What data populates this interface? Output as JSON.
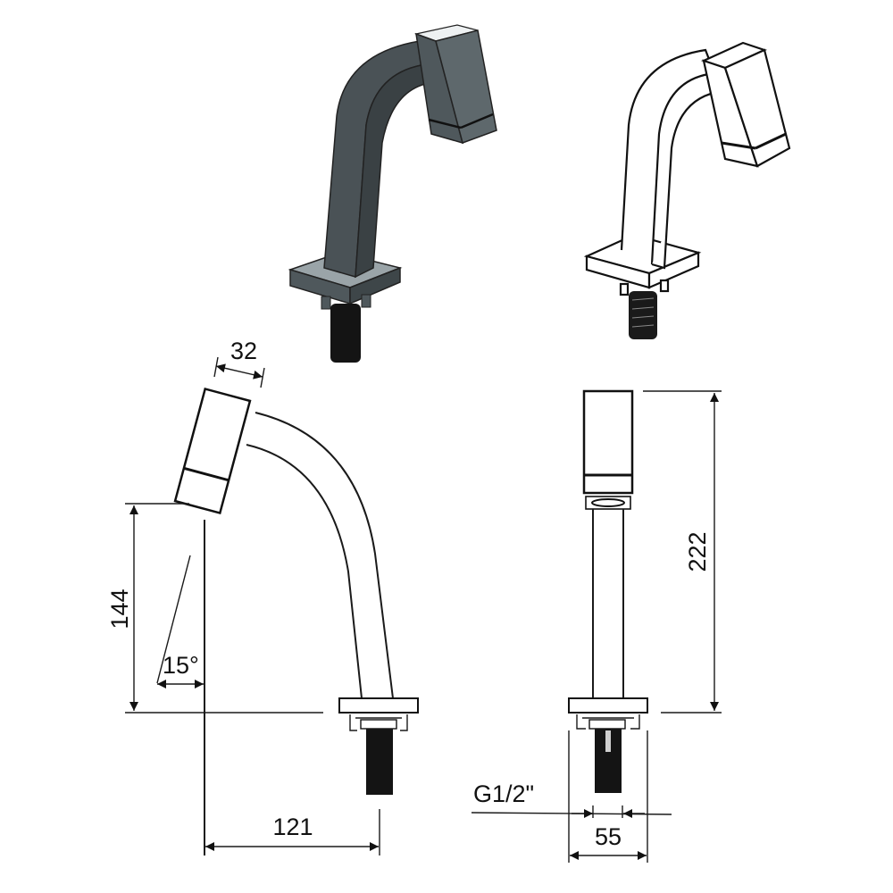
{
  "drawing": {
    "subject": "faucet",
    "views": [
      {
        "id": "iso-shaded",
        "label": "isometric shaded view",
        "color": "#4a5256"
      },
      {
        "id": "iso-line",
        "label": "isometric line view",
        "color": "#ffffff"
      },
      {
        "id": "side",
        "label": "side elevation"
      },
      {
        "id": "front",
        "label": "front elevation"
      }
    ]
  },
  "dimensions": {
    "spout_width": "32",
    "outlet_height": "144",
    "angle": "15°",
    "reach": "121",
    "total_height": "222",
    "thread": "G1/2\"",
    "base_width": "55"
  },
  "colors": {
    "line": "#1a1a1a",
    "shaded_body": "#4a5256",
    "shaded_light": "#7d8a8f",
    "thread": "#111111",
    "background": "#ffffff"
  }
}
